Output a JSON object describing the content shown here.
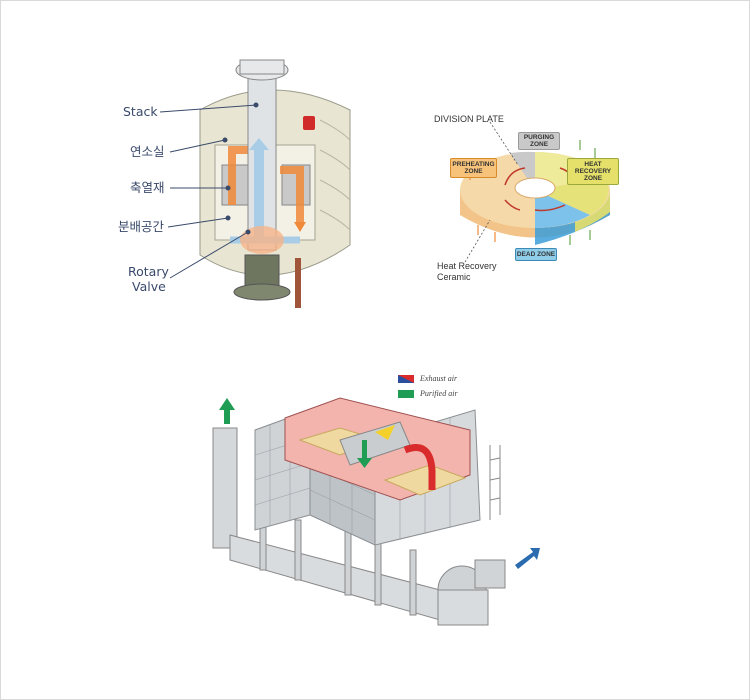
{
  "rto_left": {
    "labels": {
      "stack": "Stack",
      "combustion_chamber": "연소실",
      "heat_storage": "축열재",
      "distribution_space": "분배공간",
      "rotary_valve_line1": "Rotary",
      "rotary_valve_line2": "Valve"
    }
  },
  "rotor": {
    "division_plate": "DIVISION PLATE",
    "purging_zone": "PURGING ZONE",
    "preheating_zone": "PREHEATING ZONE",
    "heat_recovery_zone": "HEAT RECOVERY ZONE",
    "dead_zone": "DEAD ZONE",
    "ceramic_line1": "Heat Recovery",
    "ceramic_line2": "Ceramic"
  },
  "system": {
    "legend_exhaust": "Exhaust air",
    "legend_purified": "Purified air"
  },
  "colors": {
    "label_text": "#3a4a6b",
    "orange": "#f08a3a",
    "blue": "#3b9ed8",
    "yellow": "#f2e06a",
    "gray_unit": "#cfd3d6",
    "red_duct": "#d92b2b",
    "green_arrow": "#1f9d55"
  }
}
